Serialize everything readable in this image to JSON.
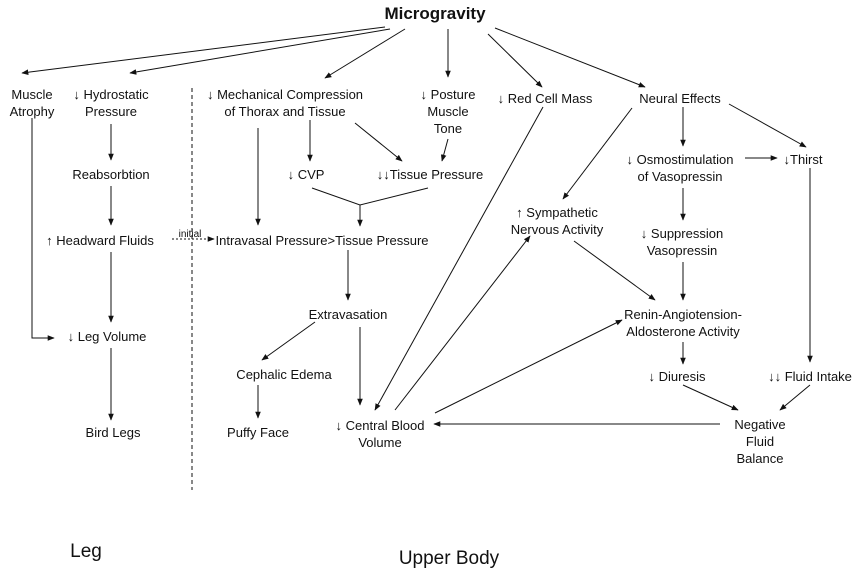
{
  "title": "Microgravity",
  "regions": {
    "left": "Leg",
    "right": "Upper Body"
  },
  "initial_label": "initial",
  "arrows": {
    "down": "↓",
    "up": "↑",
    "double_down": "↓↓"
  },
  "nodes": {
    "muscle_atrophy": [
      "Muscle",
      "Atrophy"
    ],
    "hydrostatic_pressure": [
      "Hydrostatic",
      "Pressure"
    ],
    "reabsorbtion": "Reabsorbtion",
    "headward_fluids": "Headward Fluids",
    "leg_volume": "Leg Volume",
    "bird_legs": "Bird Legs",
    "mechanical_compression": [
      "Mechanical Compression",
      "of Thorax and Tissue"
    ],
    "posture_muscle_tone": [
      "Posture",
      "Muscle",
      "Tone"
    ],
    "red_cell_mass": "Red Cell Mass",
    "neural_effects": "Neural Effects",
    "cvp": "CVP",
    "tissue_pressure": "Tissue Pressure",
    "intravasal_pressure": "Intravasal Pressure>Tissue Pressure",
    "extravasation": "Extravasation",
    "cephalic_edema": "Cephalic Edema",
    "puffy_face": "Puffy Face",
    "central_blood_volume": [
      "Central Blood",
      "Volume"
    ],
    "sympathetic_activity": [
      "Sympathetic",
      "Nervous Activity"
    ],
    "osmostimulation": [
      "Osmostimulation",
      "of Vasopressin"
    ],
    "thirst": "Thirst",
    "suppression_vasopressin": [
      "Suppression",
      "Vasopressin"
    ],
    "raa_activity": [
      "Renin-Angiotension-",
      "Aldosterone Activity"
    ],
    "diuresis": "Diuresis",
    "fluid_intake": "Fluid Intake",
    "negative_fluid_balance": [
      "Negative",
      "Fluid",
      "Balance"
    ]
  }
}
